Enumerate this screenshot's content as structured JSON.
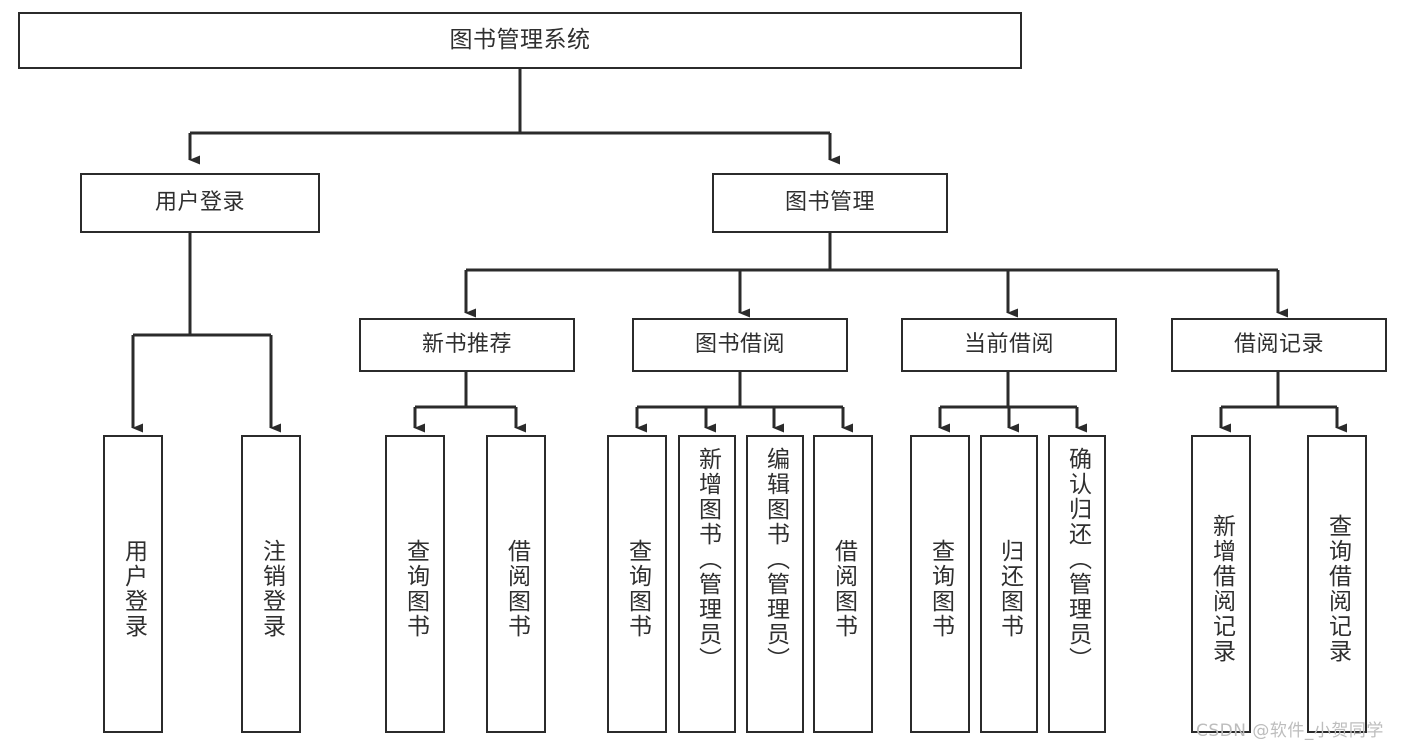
{
  "diagram": {
    "title": "图书管理系统",
    "type": "tree-hierarchy",
    "colors": {
      "stroke": "#2b2b2b",
      "box_fill": "#ffffff",
      "text": "#2f2f2f",
      "background": "#ffffff",
      "watermark": "#bdbdbd"
    },
    "root": {
      "label": "图书管理系统"
    },
    "level2": [
      {
        "id": "user-login",
        "label": "用户登录"
      },
      {
        "id": "book-management",
        "label": "图书管理"
      }
    ],
    "level3": [
      {
        "id": "new-book-recommend",
        "label": "新书推荐"
      },
      {
        "id": "book-borrow",
        "label": "图书借阅"
      },
      {
        "id": "current-borrow",
        "label": "当前借阅"
      },
      {
        "id": "borrow-record",
        "label": "借阅记录"
      }
    ],
    "leaves": {
      "user_login": [
        {
          "id": "leaf-user-login",
          "label": "用户登录"
        },
        {
          "id": "leaf-logout-login",
          "label": "注销登录"
        }
      ],
      "new_book_recommend": [
        {
          "id": "leaf-query-book-1",
          "label": "查询图书"
        },
        {
          "id": "leaf-borrow-book-1",
          "label": "借阅图书"
        }
      ],
      "book_borrow": [
        {
          "id": "leaf-query-book-2",
          "label": "查询图书"
        },
        {
          "id": "leaf-add-book",
          "label": "新增图书（管理员）"
        },
        {
          "id": "leaf-edit-book",
          "label": "编辑图书（管理员）"
        },
        {
          "id": "leaf-borrow-book-2",
          "label": "借阅图书"
        }
      ],
      "current_borrow": [
        {
          "id": "leaf-query-book-3",
          "label": "查询图书"
        },
        {
          "id": "leaf-return-book",
          "label": "归还图书"
        },
        {
          "id": "leaf-confirm-return",
          "label": "确认归还（管理员）"
        }
      ],
      "borrow_record": [
        {
          "id": "leaf-add-record",
          "label": "新增借阅记录"
        },
        {
          "id": "leaf-query-record",
          "label": "查询借阅记录"
        }
      ]
    }
  },
  "watermark": {
    "text": "CSDN @软件_小贺同学"
  }
}
